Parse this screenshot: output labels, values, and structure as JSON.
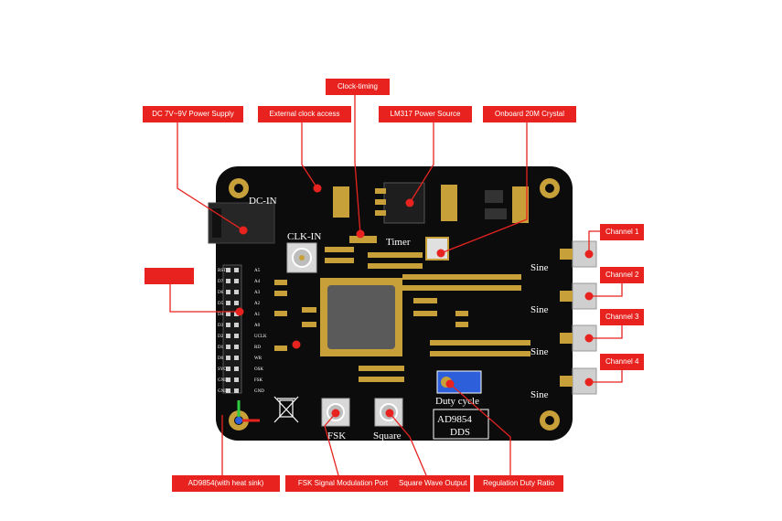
{
  "board": {
    "dc_in": "DC-IN",
    "clk_in": "CLK-IN",
    "timer": "Timer",
    "fsk": "FSK",
    "square": "Square",
    "duty_cycle": "Duty cycle",
    "model": "AD9854",
    "model_sub": "DDS",
    "sine": "Sine",
    "header_left_pins": [
      "RST",
      "D7",
      "D6",
      "D5",
      "D4",
      "D3",
      "D2",
      "D1",
      "D0",
      "SYO",
      "GND",
      "GND"
    ],
    "header_right_pins": [
      "A5",
      "A4",
      "A3",
      "A2",
      "A1",
      "A0",
      "UCLK",
      "RD",
      "WR",
      "OSK",
      "FSK",
      "GND"
    ]
  },
  "callouts": {
    "dc_power": "DC 7V~9V Power Supply",
    "ext_clock": "External clock access",
    "clock_timing": "Clock-timing",
    "lm317": "LM317 Power Source",
    "crystal": "Onboard 20M Crystal",
    "channel1": "Channel 1",
    "channel2": "Channel 2",
    "channel3": "Channel 3",
    "channel4": "Channel 4",
    "blank": "",
    "ad9854": "AD9854(with heat sink)",
    "fsk_port": "FSK Signal Modulation Port",
    "square_out": "Square Wave Output",
    "duty_ratio": "Regulation Duty Ratio"
  },
  "colors": {
    "callout": "#e8231f",
    "board": "#0c0c0c",
    "gold": "#c8a03a",
    "chip": "#5a5a5a"
  }
}
